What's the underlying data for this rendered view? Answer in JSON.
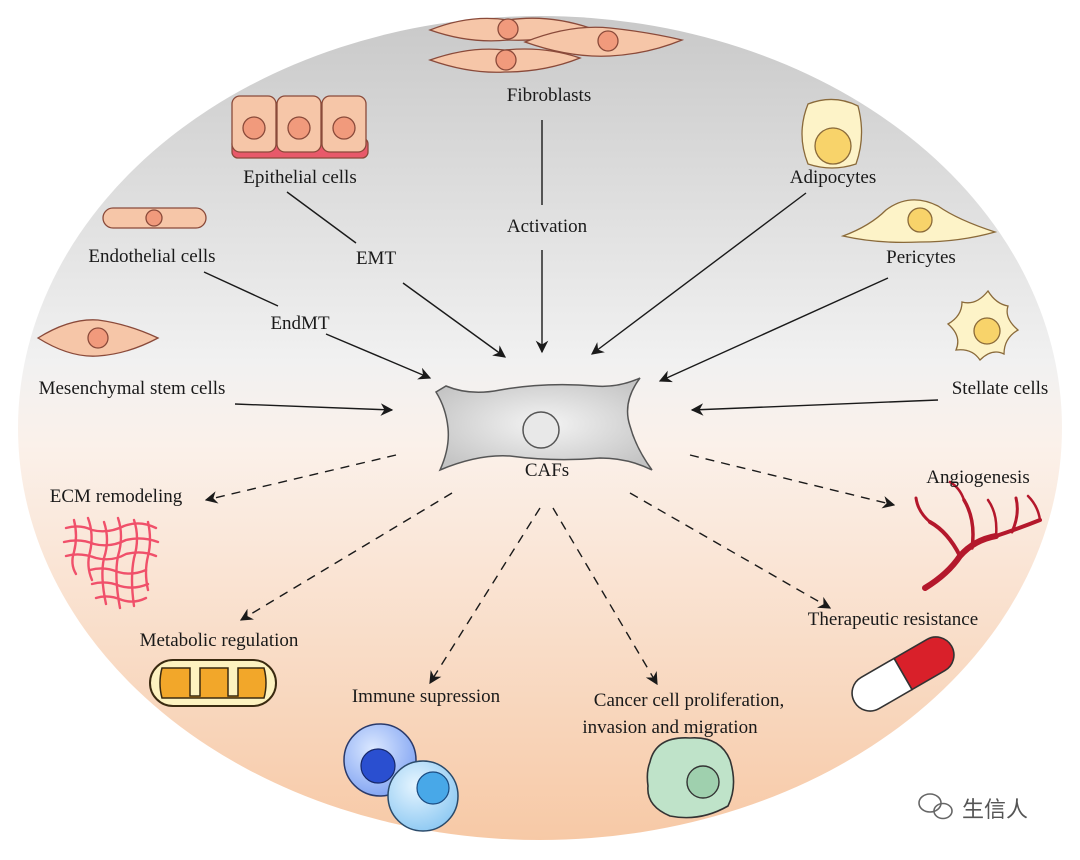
{
  "center": {
    "label": "CAFs"
  },
  "sources": {
    "fibroblasts": "Fibroblasts",
    "activation": "Activation",
    "epithelial": "Epithelial cells",
    "emt": "EMT",
    "endothelial": "Endothelial cells",
    "endmt": "EndMT",
    "msc": "Mesenchymal stem cells",
    "adipocytes": "Adipocytes",
    "pericytes": "Pericytes",
    "stellate": "Stellate cells"
  },
  "functions": {
    "ecm": "ECM remodeling",
    "metabolic": "Metabolic regulation",
    "immune": "Immune supression",
    "cancer_line1": "Cancer cell proliferation,",
    "cancer_line2": "invasion and migration",
    "angiogenesis": "Angiogenesis",
    "therapeutic": "Therapeutic resistance"
  },
  "watermark": {
    "text": "生信人",
    "icon": "wechat-icon"
  },
  "colors": {
    "cell_fill": "#f6c6a8",
    "cell_nucleus": "#f19a7c",
    "yellow_fill": "#fdf3c8",
    "yellow_nucleus": "#f8d36a",
    "vessel": "#b4182c",
    "ecm": "#f0506a",
    "immune_dark": "#2a4fd0",
    "immune_light": "#48a8e8",
    "cancer_fill": "#bfe3c9",
    "mito_fill": "#f2a72a",
    "pill_red": "#d9202a"
  }
}
